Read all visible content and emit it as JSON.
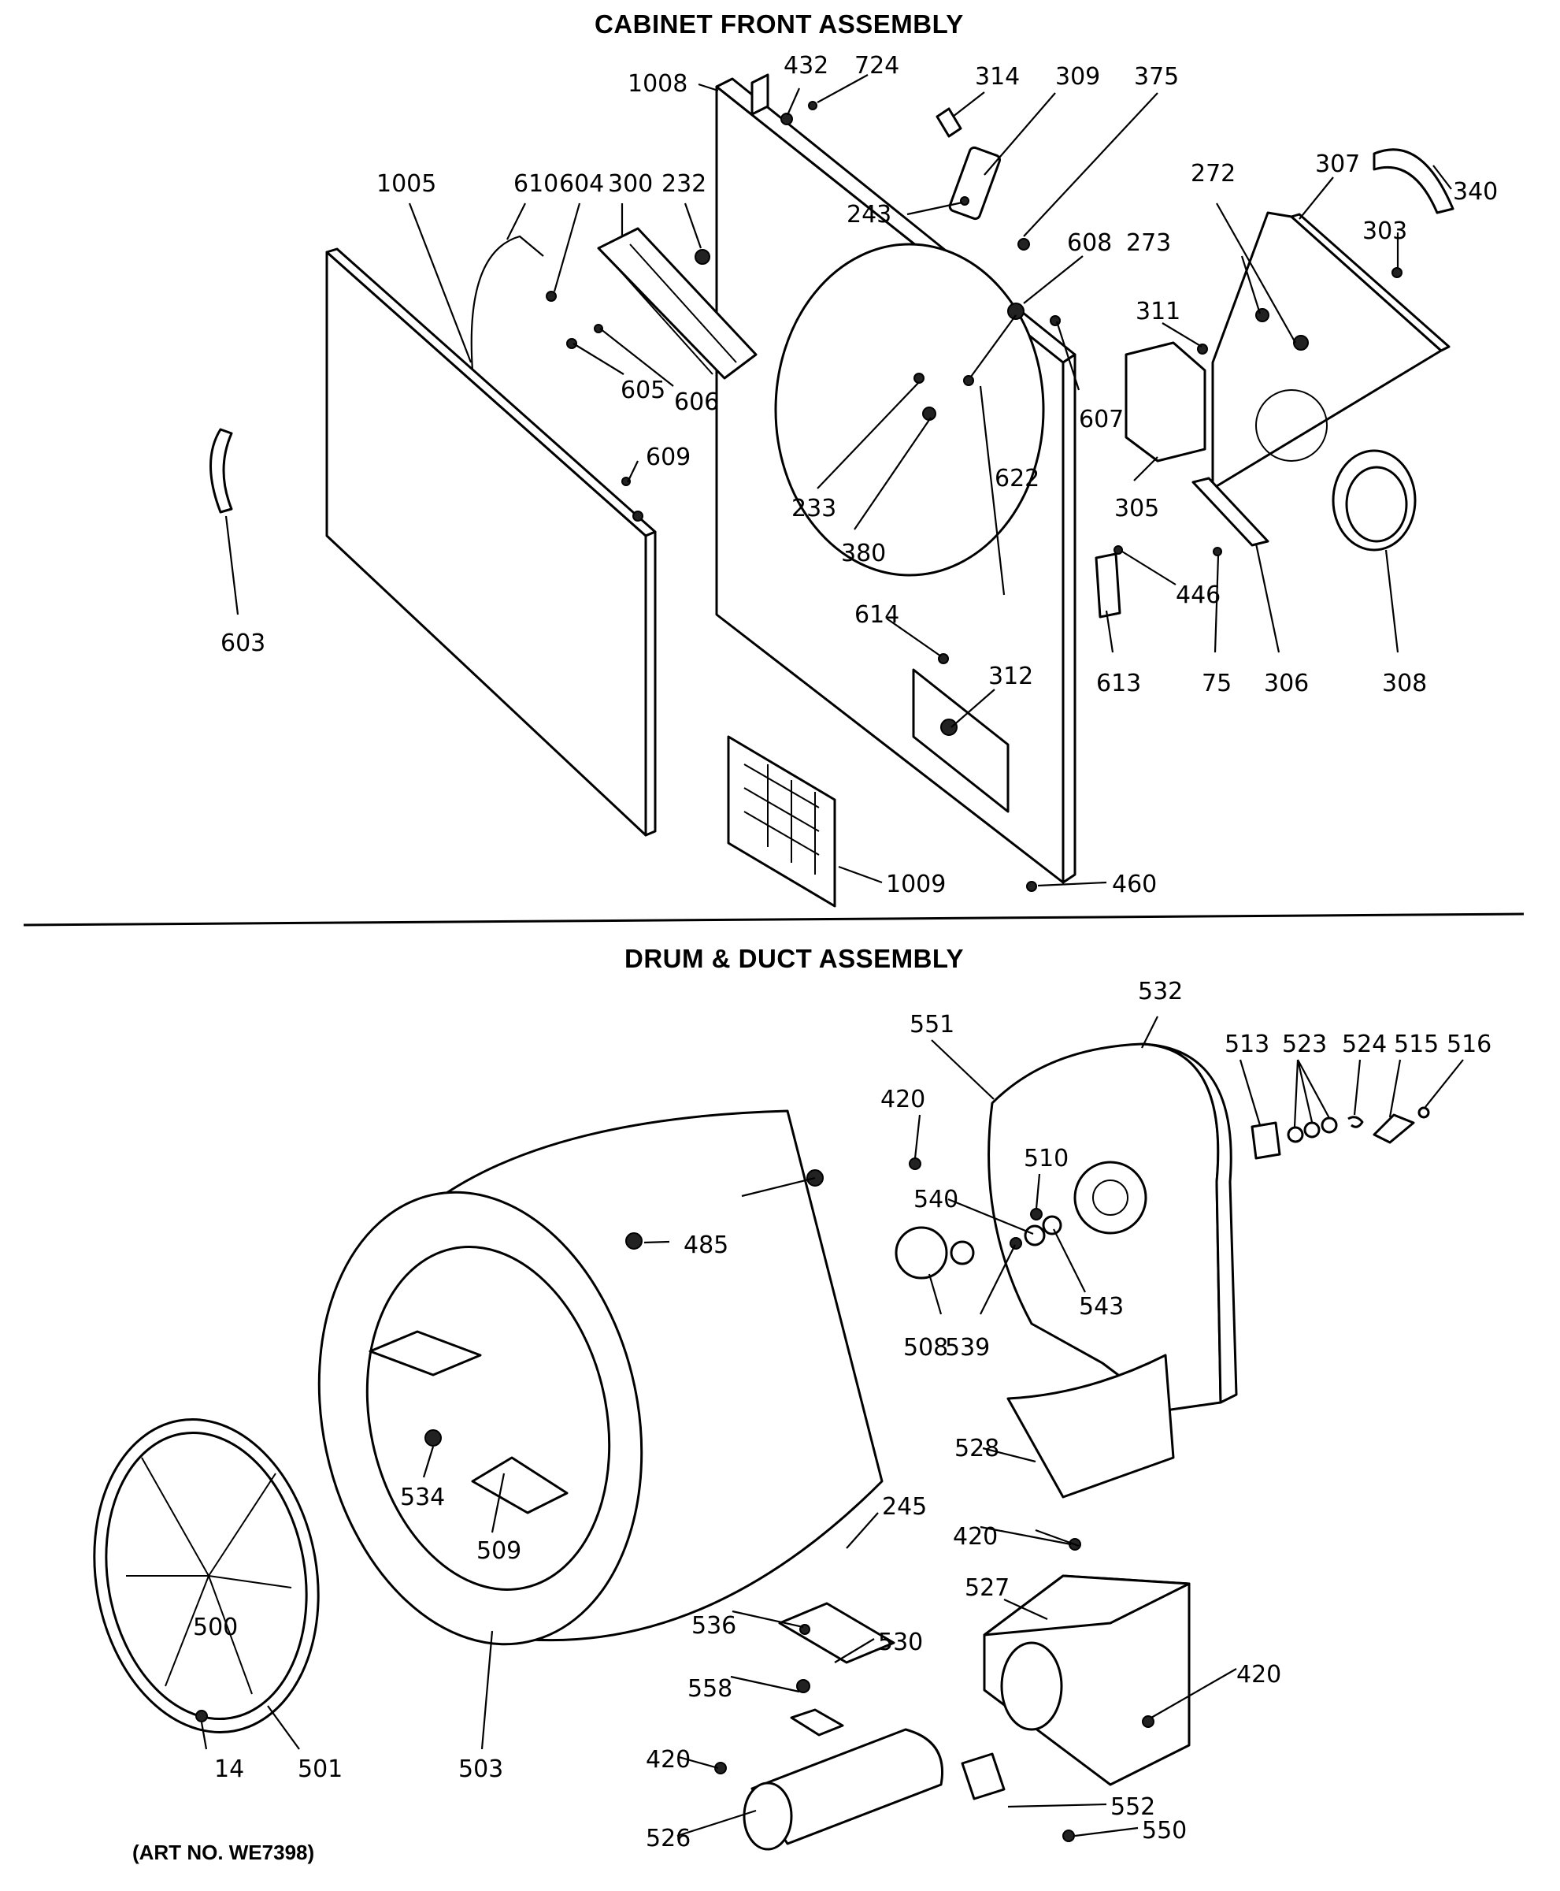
{
  "sections": {
    "cabinet_title": "CABINET FRONT ASSEMBLY",
    "drum_title": "DRUM & DUCT ASSEMBLY",
    "art_no": "(ART NO. WE7398)"
  },
  "callouts": {
    "top": [
      "1008",
      "432",
      "724",
      "314",
      "309",
      "375",
      "1005",
      "610",
      "604",
      "300",
      "232",
      "272",
      "307",
      "340",
      "243",
      "303",
      "608",
      "273",
      "311",
      "605",
      "606",
      "607",
      "622",
      "233",
      "380",
      "305",
      "609",
      "603",
      "446",
      "614",
      "613",
      "75",
      "306",
      "308",
      "312",
      "1009",
      "460"
    ],
    "bottom": [
      "551",
      "532",
      "513",
      "523",
      "524",
      "515",
      "516",
      "420",
      "510",
      "540",
      "485",
      "543",
      "508",
      "539",
      "528",
      "534",
      "509",
      "245",
      "500",
      "536",
      "530",
      "527",
      "558",
      "14",
      "501",
      "503",
      "526",
      "552",
      "550"
    ]
  }
}
